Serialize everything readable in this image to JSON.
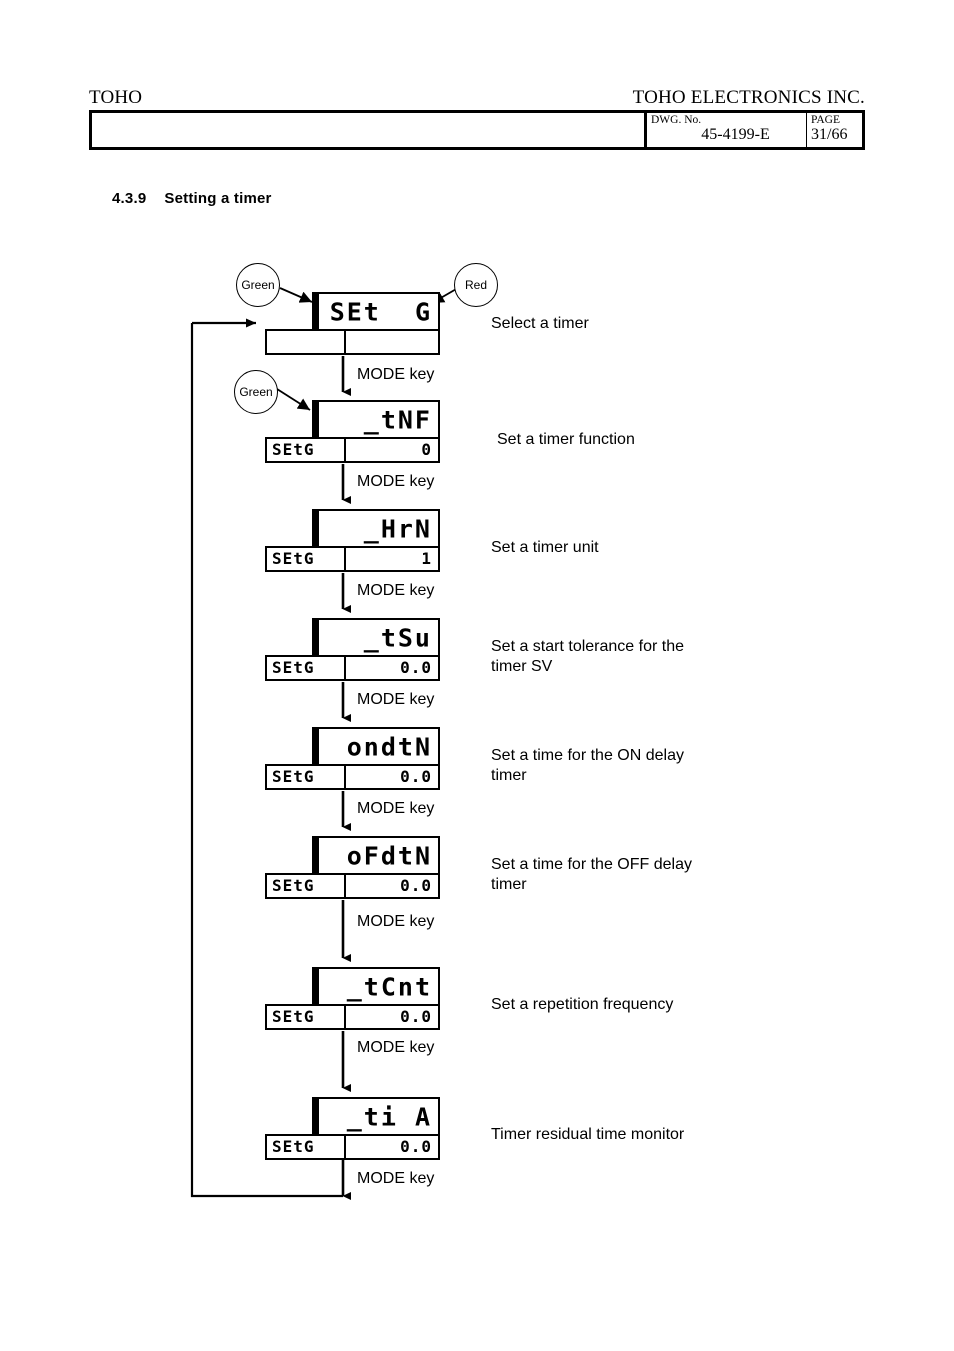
{
  "header": {
    "left_title": "TOHO",
    "right_title": "TOHO ELECTRONICS INC.",
    "dwg_label": "DWG. No.",
    "dwg_value": "45-4199-E",
    "page_label": "PAGE",
    "page_value": "31/66",
    "blank_cell": ""
  },
  "section": {
    "number": "4.3.9",
    "title": "Setting a timer"
  },
  "labels": {
    "mode_key": "MODE key",
    "green": "Green",
    "red": "Red"
  },
  "steps": [
    {
      "id": "select-timer",
      "pv": "SEt  G",
      "sv_left": "",
      "sv_right": "",
      "description": "Select a timer",
      "mode_key": "MODE key"
    },
    {
      "id": "timer-function",
      "pv": "_tNF",
      "sv_left": "SEtG",
      "sv_right": "0",
      "description": "Set a timer function",
      "mode_key": "MODE key"
    },
    {
      "id": "timer-unit",
      "pv": "_HrN",
      "sv_left": "SEtG",
      "sv_right": "1",
      "description": "Set a timer unit",
      "mode_key": "MODE key"
    },
    {
      "id": "start-tolerance",
      "pv": "_tSu",
      "sv_left": "SEtG",
      "sv_right": "0.0",
      "description": "Set a start tolerance for the\ntimer SV",
      "mode_key": "MODE key"
    },
    {
      "id": "on-delay-time",
      "pv": "ondtN",
      "sv_left": "SEtG",
      "sv_right": "0.0",
      "description": "Set a time for the ON delay\ntimer",
      "mode_key": "MODE key"
    },
    {
      "id": "off-delay-time",
      "pv": "oFdtN",
      "sv_left": "SEtG",
      "sv_right": "0.0",
      "description": "Set a time for the OFF delay\ntimer",
      "mode_key": "MODE key"
    },
    {
      "id": "repetition-frequency",
      "pv": "_tCnt",
      "sv_left": "SEtG",
      "sv_right": "0.0",
      "description": "Set a repetition frequency",
      "mode_key": "MODE key"
    },
    {
      "id": "residual-time-monitor",
      "pv": "_ti A",
      "sv_left": "SEtG",
      "sv_right": "0.0",
      "description": "Timer residual time monitor",
      "mode_key": "MODE key"
    }
  ]
}
